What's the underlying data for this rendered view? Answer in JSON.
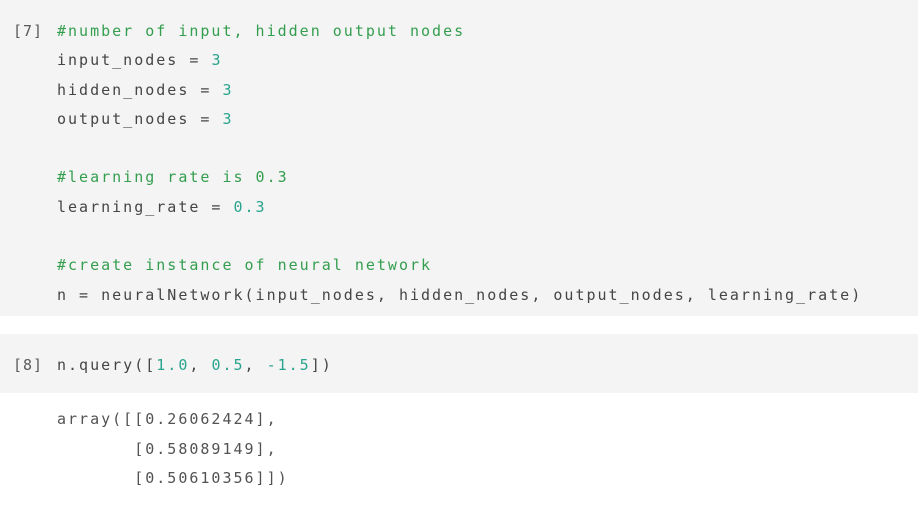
{
  "colors": {
    "cell_background": "#f4f4f4",
    "page_background": "#ffffff",
    "code_text": "#454545",
    "comment_green": "#349e4f",
    "number_teal": "#29a48d",
    "prompt_gray": "#5a5a5a",
    "output_text": "#525252"
  },
  "cells": [
    {
      "type": "code",
      "prompt": "[7]",
      "lines": [
        [
          [
            "comment",
            "#number of input, hidden output nodes"
          ]
        ],
        [
          [
            "plain",
            "input_nodes = "
          ],
          [
            "number",
            "3"
          ]
        ],
        [
          [
            "plain",
            "hidden_nodes = "
          ],
          [
            "number",
            "3"
          ]
        ],
        [
          [
            "plain",
            "output_nodes = "
          ],
          [
            "number",
            "3"
          ]
        ],
        [],
        [
          [
            "comment",
            "#learning rate is 0.3"
          ]
        ],
        [
          [
            "plain",
            "learning_rate = "
          ],
          [
            "number",
            "0.3"
          ]
        ],
        [],
        [
          [
            "comment",
            "#create instance of neural network"
          ]
        ],
        [
          [
            "plain",
            "n = neuralNetwork(input_nodes, hidden_nodes, output_nodes, learning_rate)"
          ]
        ]
      ]
    },
    {
      "type": "code",
      "prompt": "[8]",
      "lines": [
        [
          [
            "plain",
            "n.query(["
          ],
          [
            "number",
            "1.0"
          ],
          [
            "plain",
            ", "
          ],
          [
            "number",
            "0.5"
          ],
          [
            "plain",
            ", "
          ],
          [
            "number",
            "-1.5"
          ],
          [
            "plain",
            "])"
          ]
        ]
      ]
    }
  ],
  "output": {
    "lines": [
      "array([[0.26062424],",
      "       [0.58089149],",
      "       [0.50610356]])"
    ]
  }
}
